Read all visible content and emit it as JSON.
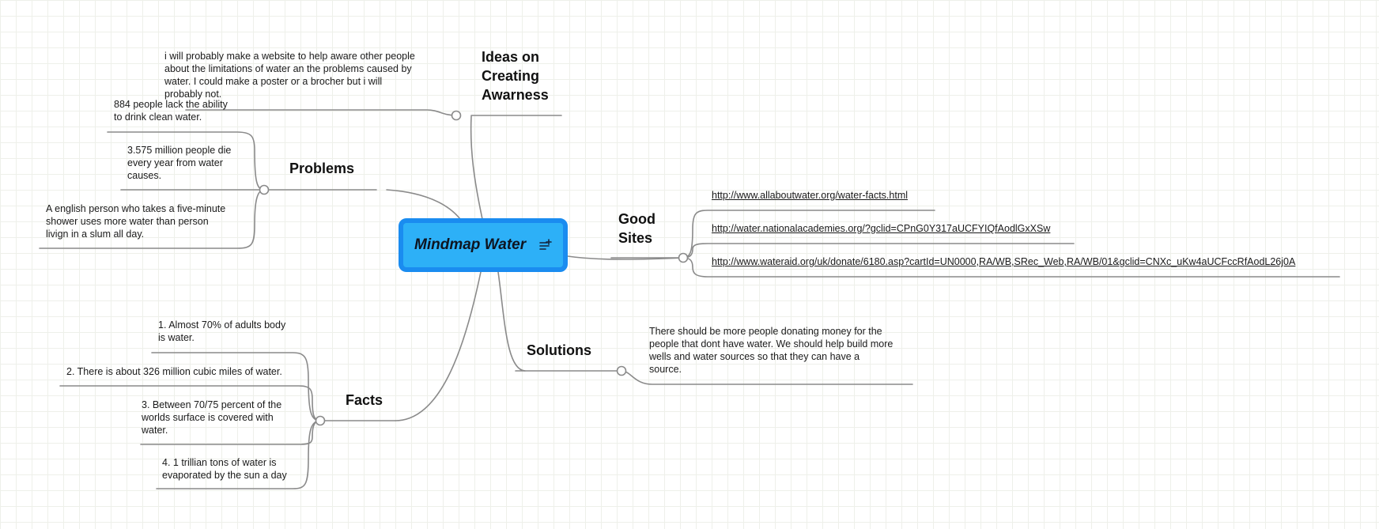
{
  "central": {
    "title": "Mindmap Water"
  },
  "branches": {
    "awareness": {
      "title": [
        "Ideas on",
        "Creating",
        "Awarness"
      ],
      "notes": [
        [
          "i will probably make a website to help aware other people",
          "about the limitations of water an the problems caused by",
          "water. I could make a poster or a brocher but i will",
          "probably not."
        ]
      ]
    },
    "problems": {
      "title": [
        "Problems"
      ],
      "notes": [
        [
          "884 people lack the ability",
          "to drink clean water."
        ],
        [
          "3.575 million people die",
          "every year from water",
          "causes."
        ],
        [
          "A english person who takes a five-minute",
          "shower uses more water than person",
          "livign in a slum all day."
        ]
      ]
    },
    "facts": {
      "title": [
        "Facts"
      ],
      "notes": [
        [
          "1. Almost 70% of adults body",
          "is water."
        ],
        [
          "2. There is about 326 million cubic miles of water."
        ],
        [
          "3. Between 70/75 percent of the",
          "worlds surface is covered with",
          "water."
        ],
        [
          "4. 1 trillian tons of water is",
          "evaporated by the sun a day"
        ]
      ]
    },
    "sites": {
      "title": [
        "Good",
        "Sites"
      ],
      "links": [
        "http://www.allaboutwater.org/water-facts.html",
        "http://water.nationalacademies.org/?gclid=CPnG0Y317aUCFYIQfAodlGxXSw",
        "http://www.wateraid.org/uk/donate/6180.asp?cartId=UN0000,RA/WB,SRec_Web,RA/WB/01&gclid=CNXc_uKw4aUCFccRfAodL26j0A"
      ]
    },
    "solutions": {
      "title": [
        "Solutions"
      ],
      "notes": [
        [
          "There should be more people donating money for the",
          "people that dont have water. We should help build more",
          "wells and water sources so that they can have a",
          "source."
        ]
      ]
    }
  },
  "colors": {
    "connector": "#8a8a8a",
    "central_fill": "#2db0f7",
    "central_border": "#1a8cf0"
  }
}
